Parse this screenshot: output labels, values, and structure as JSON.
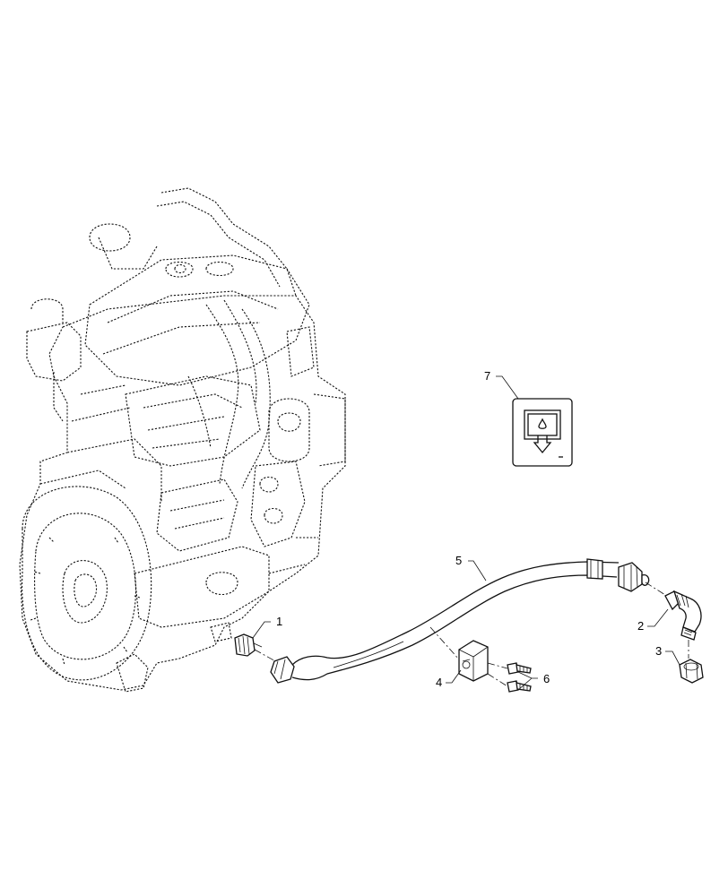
{
  "callouts": [
    {
      "id": "1",
      "label": "1"
    },
    {
      "id": "2",
      "label": "2"
    },
    {
      "id": "3",
      "label": "3"
    },
    {
      "id": "4",
      "label": "4"
    },
    {
      "id": "5",
      "label": "5"
    },
    {
      "id": "6",
      "label": "6"
    },
    {
      "id": "7",
      "label": "7"
    }
  ],
  "icons": {
    "engine": "engine-assembly-drawing",
    "oil_symbol": "oil-drain-icon"
  },
  "colors": {
    "line": "#111111",
    "background": "#ffffff"
  }
}
